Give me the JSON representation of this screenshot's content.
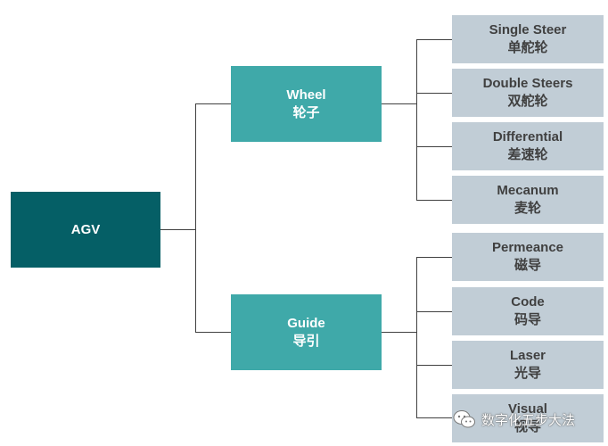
{
  "root": {
    "label": "AGV"
  },
  "categories": [
    {
      "en": "Wheel",
      "zh": "轮子",
      "items": [
        {
          "en": "Single Steer",
          "zh": "单舵轮"
        },
        {
          "en": "Double Steers",
          "zh": "双舵轮"
        },
        {
          "en": "Differential",
          "zh": "差速轮"
        },
        {
          "en": "Mecanum",
          "zh": "麦轮"
        }
      ]
    },
    {
      "en": "Guide",
      "zh": "导引",
      "items": [
        {
          "en": "Permeance",
          "zh": "磁导"
        },
        {
          "en": "Code",
          "zh": "码导"
        },
        {
          "en": "Laser",
          "zh": "光导"
        },
        {
          "en": "Visual",
          "zh": "视导"
        }
      ]
    }
  ],
  "watermark": {
    "text": "数字化五步大法",
    "icon": "wechat-icon"
  },
  "colors": {
    "root": "#055f66",
    "category": "#3fa9a9",
    "leaf": "#c1cdd6",
    "connector": "#404040"
  }
}
